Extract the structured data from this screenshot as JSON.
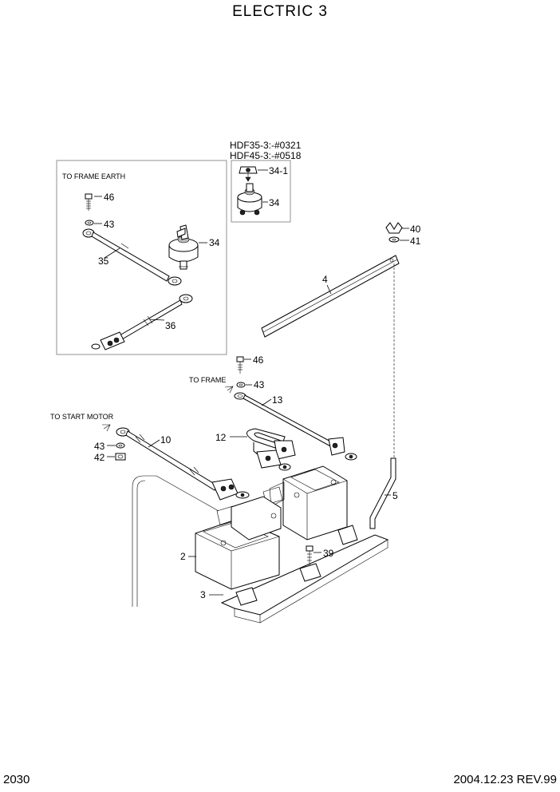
{
  "title": "ELECTRIC  3",
  "page_number": "2030",
  "revision": "2004.12.23 REV.99",
  "inset": {
    "serial_line_1": "HDF35-3:-#0321",
    "serial_line_2": "HDF45-3:-#0518"
  },
  "notes": {
    "to_frame_earth": "TO FRAME EARTH",
    "to_frame": "TO FRAME",
    "to_start_motor": "TO START MOTOR"
  },
  "callouts": {
    "p46a": "46",
    "p43a": "43",
    "p35": "35",
    "p34a": "34",
    "p36": "36",
    "p34_1": "34-1",
    "p34b": "34",
    "p40": "40",
    "p41": "41",
    "p4": "4",
    "p46b": "46",
    "p43b": "43",
    "p13": "13",
    "p10": "10",
    "p43c": "43",
    "p42": "42",
    "p12": "12",
    "p5": "5",
    "p39": "39",
    "p2": "2",
    "p3": "3"
  }
}
